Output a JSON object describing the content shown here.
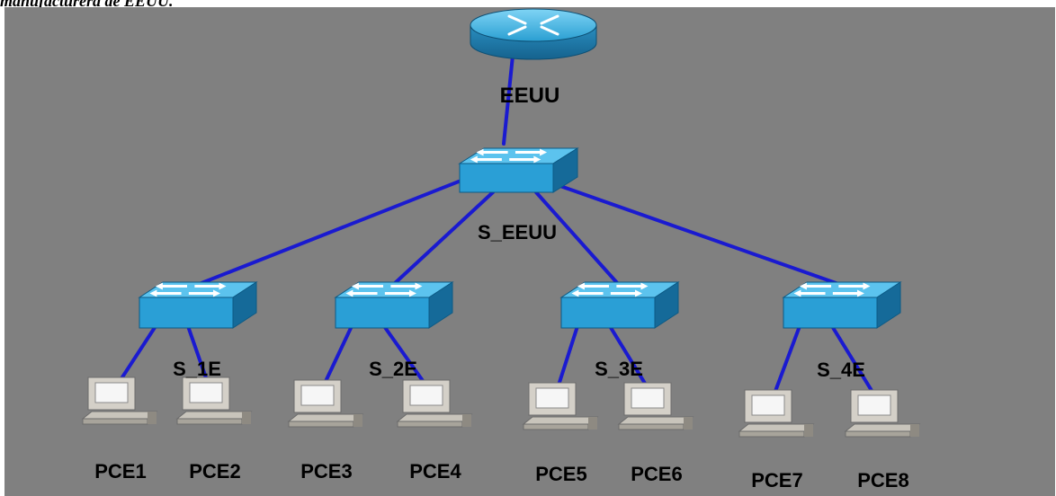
{
  "caption": "manufacturera de EEUU.",
  "colors": {
    "background": "#808080",
    "link": "#1a1ad0",
    "device": "#29a3d6"
  },
  "router": {
    "name": "EEUU",
    "icon": "router-icon"
  },
  "core_switch": {
    "name": "S_EEUU",
    "icon": "switch-icon"
  },
  "access_switches": [
    {
      "name": "S_1E",
      "pcs": [
        "PCE1",
        "PCE2"
      ]
    },
    {
      "name": "S_2E",
      "pcs": [
        "PCE3",
        "PCE4"
      ]
    },
    {
      "name": "S_3E",
      "pcs": [
        "PCE5",
        "PCE6"
      ]
    },
    {
      "name": "S_4E",
      "pcs": [
        "PCE7",
        "PCE8"
      ]
    }
  ]
}
